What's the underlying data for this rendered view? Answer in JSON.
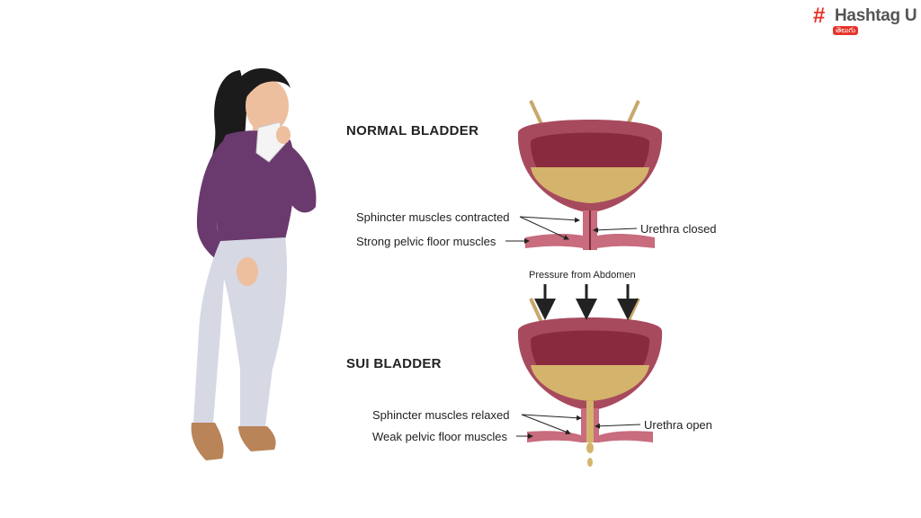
{
  "logo": {
    "hash": "#",
    "name": "Hashtag U",
    "sub": "తెలుగు"
  },
  "normal": {
    "title": "NORMAL BLADDER",
    "sphincter": "Sphincter muscles contracted",
    "pelvic": "Strong pelvic floor muscles",
    "urethra": "Urethra closed"
  },
  "pressure": "Pressure from Abdomen",
  "sui": {
    "title": "SUI BLADDER",
    "sphincter": "Sphincter muscles relaxed",
    "pelvic": "Weak pelvic floor muscles",
    "urethra": "Urethra open"
  },
  "colors": {
    "bladder_wall": "#a84a5e",
    "bladder_inner": "#8a2a3e",
    "urine": "#d4b46c",
    "sweater": "#6a3a6e",
    "pants": "#d6d8e4",
    "hair": "#1b1b1b",
    "skin": "#eebf9e",
    "shoes": "#b98458",
    "muscle": "#c86c7e"
  }
}
